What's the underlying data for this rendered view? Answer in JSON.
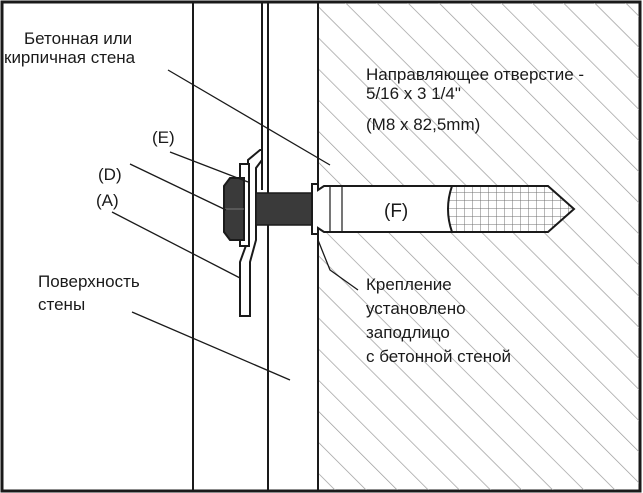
{
  "colors": {
    "line": "#1a1a1a",
    "hatch": "#9a9a9a",
    "bolt": "#3a3a3a",
    "mesh": "#707070"
  },
  "labels": {
    "concrete_wall": [
      "Бетонная или",
      "кирпичная стена"
    ],
    "pilot_hole": [
      "Направляющее отверстие -",
      "5/16 x 3 1/4\"",
      " (M8 x 82,5mm)"
    ],
    "part_e": "(E)",
    "part_d": "(D)",
    "part_a": "(A)",
    "part_f": "(F)",
    "wall_surface": [
      "Поверхность",
      "стены"
    ],
    "flush_note": [
      "Крепление",
      "установлено",
      "заподлицо",
      "с бетонной стеной"
    ]
  }
}
